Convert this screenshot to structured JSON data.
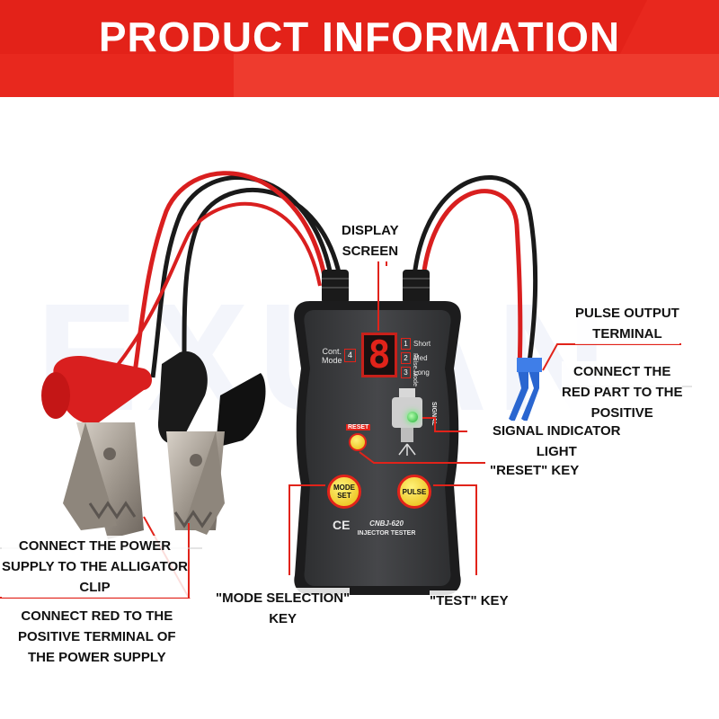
{
  "banner": {
    "title": "PRODUCT INFORMATION"
  },
  "watermark": "EXUAN",
  "device": {
    "model": "CNBJ-620",
    "name": "INJECTOR TESTER",
    "ce_mark": "CE",
    "cont_mode_label_line1": "Cont.",
    "cont_mode_label_line2": "Mode",
    "cont_mode_number": "4",
    "display_digit": "8",
    "pulse_modes": [
      {
        "number": "1",
        "label": "Short"
      },
      {
        "number": "2",
        "label": "Med"
      },
      {
        "number": "3",
        "label": "Long"
      }
    ],
    "pulse_mode_title": "Pulse Mode",
    "signal_label": "SIGNAL",
    "reset_label": "RESET",
    "mode_button_line1": "MODE",
    "mode_button_line2": "SET",
    "pulse_button_label": "PULSE"
  },
  "callouts": {
    "display_line1": "DISPLAY",
    "display_line2": "SCREEN",
    "pulse_output_line1": "PULSE OUTPUT",
    "pulse_output_line2": "TERMINAL",
    "connect_red_line1": "CONNECT THE",
    "connect_red_line2": "RED PART TO THE",
    "connect_red_line3": "POSITIVE",
    "signal_line1": "SIGNAL INDICATOR",
    "signal_line2": "LIGHT",
    "reset_key": "\"RESET\" KEY",
    "power_line1": "CONNECT THE POWER",
    "power_line2": "SUPPLY TO THE ALLIGATOR",
    "power_line3": "CLIP",
    "red_pos_line1": "CONNECT RED TO THE",
    "red_pos_line2": "POSITIVE TERMINAL OF",
    "red_pos_line3": "THE POWER SUPPLY",
    "mode_key_line1": "\"MODE SELECTION\"",
    "mode_key_line2": "KEY",
    "test_key": "\"TEST\" KEY"
  },
  "colors": {
    "banner": "#e8281e",
    "device_body": "#3a3b3d",
    "display_red": "#e1231a",
    "button_yellow": "#f6d21b",
    "signal_green": "#22c43a",
    "callout_line": "#e1231a",
    "wire_red": "#d91f1f",
    "wire_black": "#1a1a1a"
  }
}
